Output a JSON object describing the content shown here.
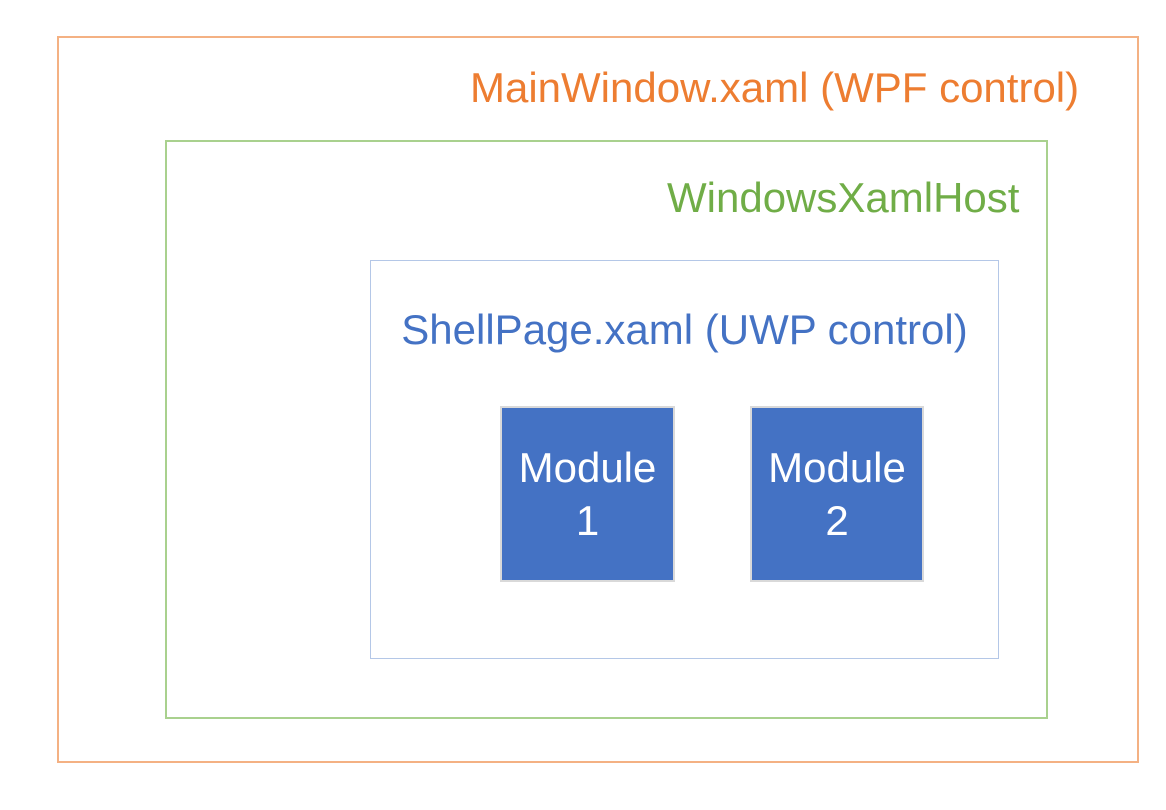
{
  "diagram": {
    "background_color": "#FFFFFF",
    "outer_box": {
      "label": "MainWindow.xaml (WPF control)",
      "text_color": "#ED7D31",
      "border_color": "#F4B183"
    },
    "host_box": {
      "label": "WindowsXamlHost",
      "text_color": "#70AD47",
      "border_color": "#A9D18E"
    },
    "shell_box": {
      "label": "ShellPage.xaml (UWP control)",
      "text_color": "#4472C4",
      "border_color": "#B4C7E7"
    },
    "modules": [
      {
        "lines": [
          "Module",
          "1"
        ],
        "fill_color": "#4472C4",
        "border_color": "#D9D9D9",
        "text_color": "#FFFFFF"
      },
      {
        "lines": [
          "Module",
          "2"
        ],
        "fill_color": "#4472C4",
        "border_color": "#D9D9D9",
        "text_color": "#FFFFFF"
      }
    ]
  }
}
